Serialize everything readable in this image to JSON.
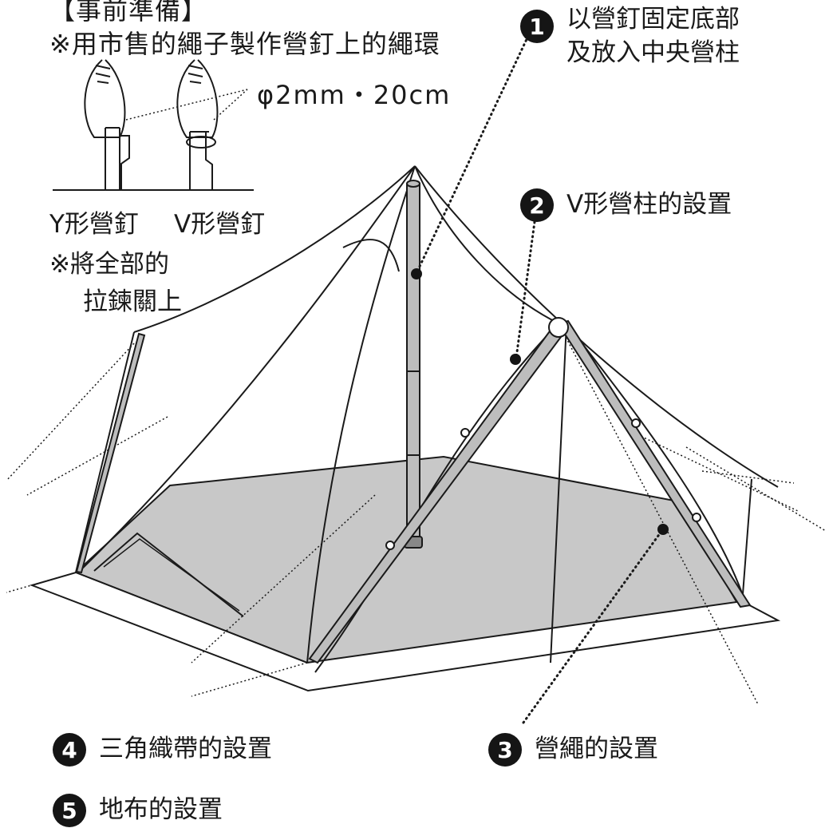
{
  "prep": {
    "title": "【事前準備】",
    "rope_note": "※用市售的繩子製作營釘上的繩環",
    "rope_spec": "φ2mm・20cm",
    "peg_y": "Y形營釘",
    "peg_v": "V形營釘",
    "zip_note_1": "※將全部的",
    "zip_note_2": "拉鍊關上"
  },
  "steps": [
    {
      "number": "1",
      "label_line1": "以營釘固定底部",
      "label_line2": "及放入中央營柱"
    },
    {
      "number": "2",
      "label": "V形營柱的設置"
    },
    {
      "number": "3",
      "label": "營繩的設置"
    },
    {
      "number": "4",
      "label": "三角織帶的設置"
    },
    {
      "number": "5",
      "label": "地布的設置"
    }
  ],
  "colors": {
    "line": "#1a1a1a",
    "floor": "#c8c8c8",
    "pole": "#bdbdbd",
    "badge": "#151515"
  }
}
